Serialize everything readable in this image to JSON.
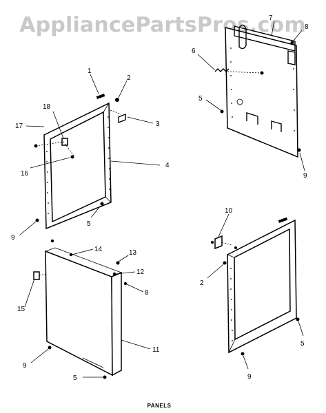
{
  "watermark": "AppliancePartsPros.com",
  "caption": "PANELS",
  "callouts": {
    "c1": "1",
    "c2": "2",
    "c3": "3",
    "c4": "4",
    "c5": "5",
    "c18": "18",
    "c17": "17",
    "c16": "16",
    "c9": "9",
    "r7": "7",
    "r8": "8",
    "r6": "6",
    "r5": "5",
    "r9": "9",
    "c14": "14",
    "c13": "13",
    "c12": "12",
    "c8": "8",
    "c15": "15",
    "c11": "11",
    "c9b": "9",
    "c5b": "5",
    "r10": "10",
    "r2": "2",
    "r5b": "5",
    "r9b": "9"
  }
}
